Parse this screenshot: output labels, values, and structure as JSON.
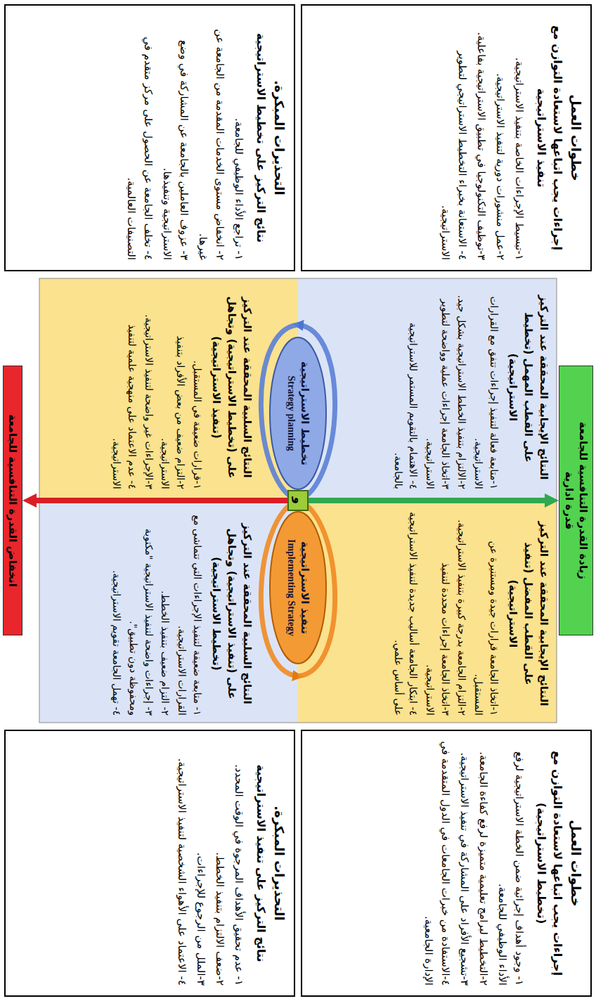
{
  "diagram": {
    "nodes": [
      {
        "text": [
          "زيادة القدرة التنافسية للجامعة",
          "قدرة ادارية"
        ]
      },
      {
        "text": [
          "خطوات العمل",
          "إجراءات يجب اتباعها لاستعادة التوازن مع تنفيذ الاستراتيجية",
          "١-تبسيط الإجراءات الخاصة بتنفيذ الاستراتيجية.",
          "٢-عمل منشورات دورية لتنفيذ الاستراتيجية.",
          "٣-توظيف التكنولوجيا في تطبيق الاستراتيجية بفاعلية.",
          "٤- الاستعانة بخبراء التخطيط الاستراتيجي لتطوير الاستراتيجية."
        ]
      },
      {
        "text": [
          "خطوات العمل",
          "إجراءات يجب اتباعها لاستعادة التوازن مع (تخطيط الاستراتيجية)",
          "١- وجود أهداف إجرائية ضمن الخطة الاستراتيجية لرفع الأداء الوظيفي للجامعة.",
          "٢-التخطيط لبرامج تعليمية متميزة لرفع كفاءة الجامعة.",
          "٣-تشجيع الأفراد على المشاركة في تنفيذ الاستراتيجية.",
          "٤-الاستفادة من خبرات الجامعات في الدول المتقدمة في الإدارة الجامعية."
        ]
      },
      {
        "text": [
          "النتائج الإيجابية المحققة عند التركيز على القطب المهمل (تخطيط الاستراتيجية)",
          "١-متابعة فعالة لتنفيذ إجراءات تتفق مع القرارات الاستراتيجية.",
          "٢-الالتزام بتنفيذ الخطط الاستراتيجية بشكل جيد.",
          "٣-اتخاذ الجامعة إجراءات عملية وواضحة لتطوير الاستراتيجية.",
          "٤- الاهتمام بالتقويم المستمر للاستراتيجية بالجامعة."
        ]
      },
      {
        "text": [
          "النتائج الإيجابية المحققة عند التركيز على القطب المفضل (تنفيذ الاستراتيجية)",
          "١-اتخاذ الجامعة قرارات جيدة ومستنيرة عن المستقبل.",
          "٢-التزام الجامعة بدرجة كبيرة بتنفيذ الاستراتيجية.",
          "٣-اتخاذ الجامعة إجراءات محددة لتنفيذ الاستراتيجية.",
          "٤- ابتكار الجامعة أساليب جديدة لتنفيذ الاستراتيجية على أساس علمي."
        ]
      },
      {
        "text": [
          "تخطيط الاستراتيجية",
          "Strategy planning"
        ]
      },
      {
        "text": [
          "و"
        ]
      },
      {
        "text": [
          "تنفيذ الاستراتيجية",
          "Implementing Strategy"
        ]
      },
      {
        "text": [
          "النتائج السلبية المحققة عند التركيز على (تخطيط الاستراتيجية) وتجاهل (تنفيذ الاستراتيجية)",
          "١-قرارات ضعيفة في المستقبل.",
          "٢-التزام ضعيف من بعض الأفراد بتنفيذ الاستراتيجية.",
          "٣-الإجراءات غير واضحة لتنفيذ الاستراتيجية.",
          "٤- عدم الاعتماد على منهجية علمية لتنفيذ الاستراتيجية."
        ]
      },
      {
        "text": [
          "النتائج السلبية المحققة عند التركيز على (تنفيذ الاستراتيجية) وتجاهل (تخطيط الاستراتيجية)",
          "١- متابعة ضعيفة لتنفيذ الإجراءات التي تتماشى مع القرارات الاستراتيجية.",
          "٢- التزام ضعيف بتنفيذ الخطط.",
          "٣- إجراءات واضحة لتنفيذ الاستراتيجية \"مكتوبة ومحفوظة دون تطبيق\".",
          "٤- تهمل الجامعة تقويم الاستراتيجية."
        ]
      },
      {
        "text": [
          "التحذيرات المبكرة.",
          "نتائج التركيز على تخطيط الاستراتيجية",
          "١- تراجع الأداء الوظيفي للجامعة.",
          "٢- انخفاض مستوى الخدمات المقدمة من الجامعة عن غيرها.",
          "٣- عزوف العاملين بالجامعة عن المشاركة في وضع الاستراتيجية وتنفيذها.",
          "٤- تخلف الجامعة عن الحصول على مركز متقدم في التصنيفات العالمية."
        ]
      },
      {
        "text": [
          "التحذيرات المبكرة.",
          "نتائج التركيز على تنفيذ الاستراتيجية",
          "١- عدم تحقيق الأهداف المرجوة في الوقت المحدد.",
          "٢-ضعف الالتزام بتنفيذ الخطط.",
          "٣-الملل من الرجوع للإجراءات.",
          "٤- الاعتماد على الأهواء الشخصية لتنفيذ الاستراتيجية."
        ]
      },
      {
        "text": [
          "انخفاض القدرة التنافسية للجامعة"
        ]
      }
    ],
    "edges": [
      {
        "from": 6,
        "to": 0,
        "arrow": "to"
      },
      {
        "from": 6,
        "to": 12,
        "arrow": "to"
      }
    ]
  }
}
